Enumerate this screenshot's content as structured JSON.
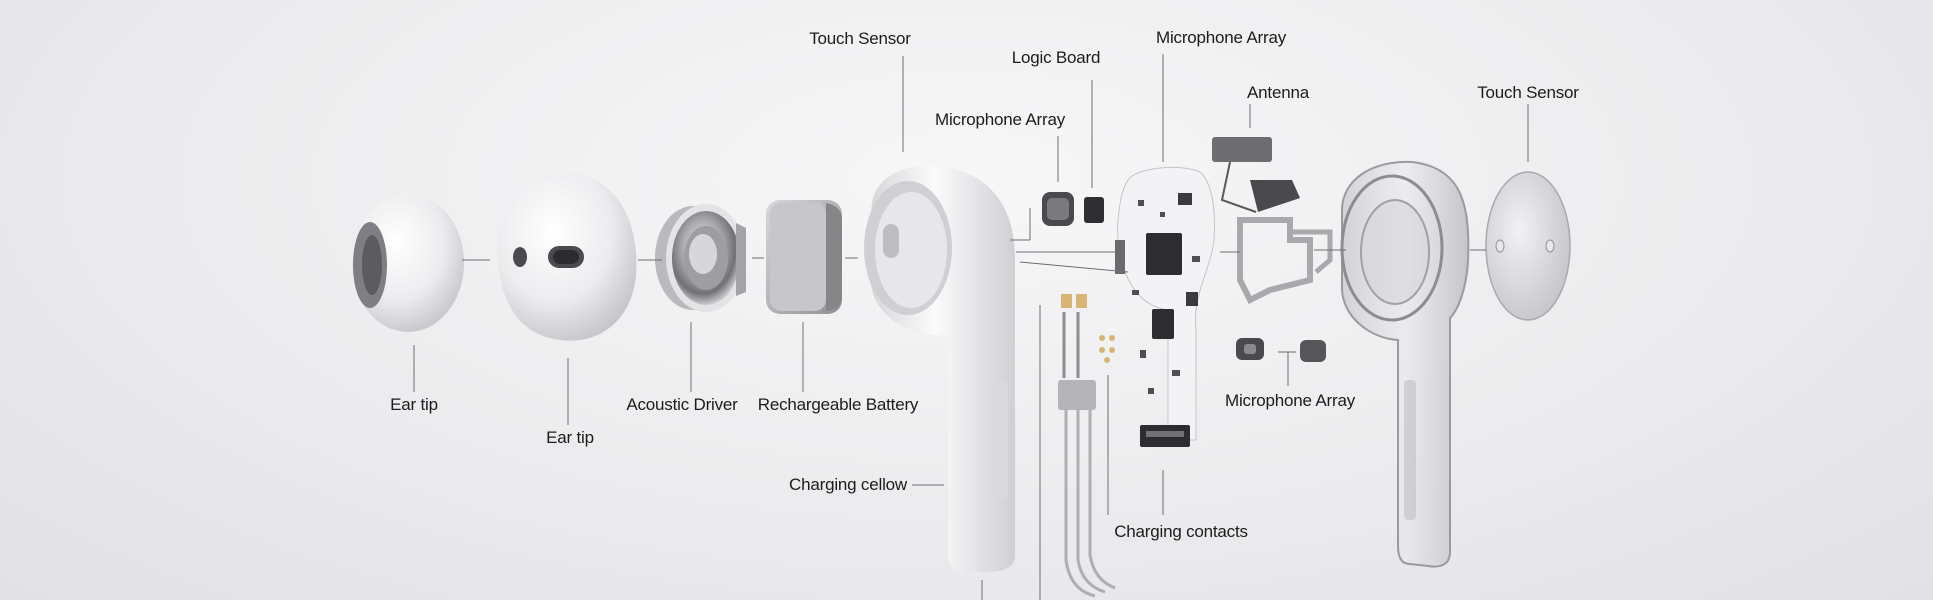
{
  "labels": {
    "ear_tip_1": "Ear tip",
    "ear_tip_2": "Ear tip",
    "acoustic_driver": "Acoustic Driver",
    "rechargeable_battery": "Rechargeable Battery",
    "touch_sensor_left": "Touch Sensor",
    "charging_cellow": "Charging cellow",
    "microphone_array_left": "Microphone Array",
    "logic_board": "Logic Board",
    "microphone_array_top": "Microphone Array",
    "antenna": "Antenna",
    "microphone_array_bottom": "Microphone Array",
    "charging_contacts": "Charging contacts",
    "touch_sensor_right": "Touch Sensor"
  },
  "colors": {
    "background": "#ececee",
    "component_white": "#f4f4f6",
    "component_shadow": "#c9c9ce",
    "circuit_dark": "#3a3a3e",
    "leader_line": "#6e6e73",
    "label_text": "#1c1c1e"
  }
}
